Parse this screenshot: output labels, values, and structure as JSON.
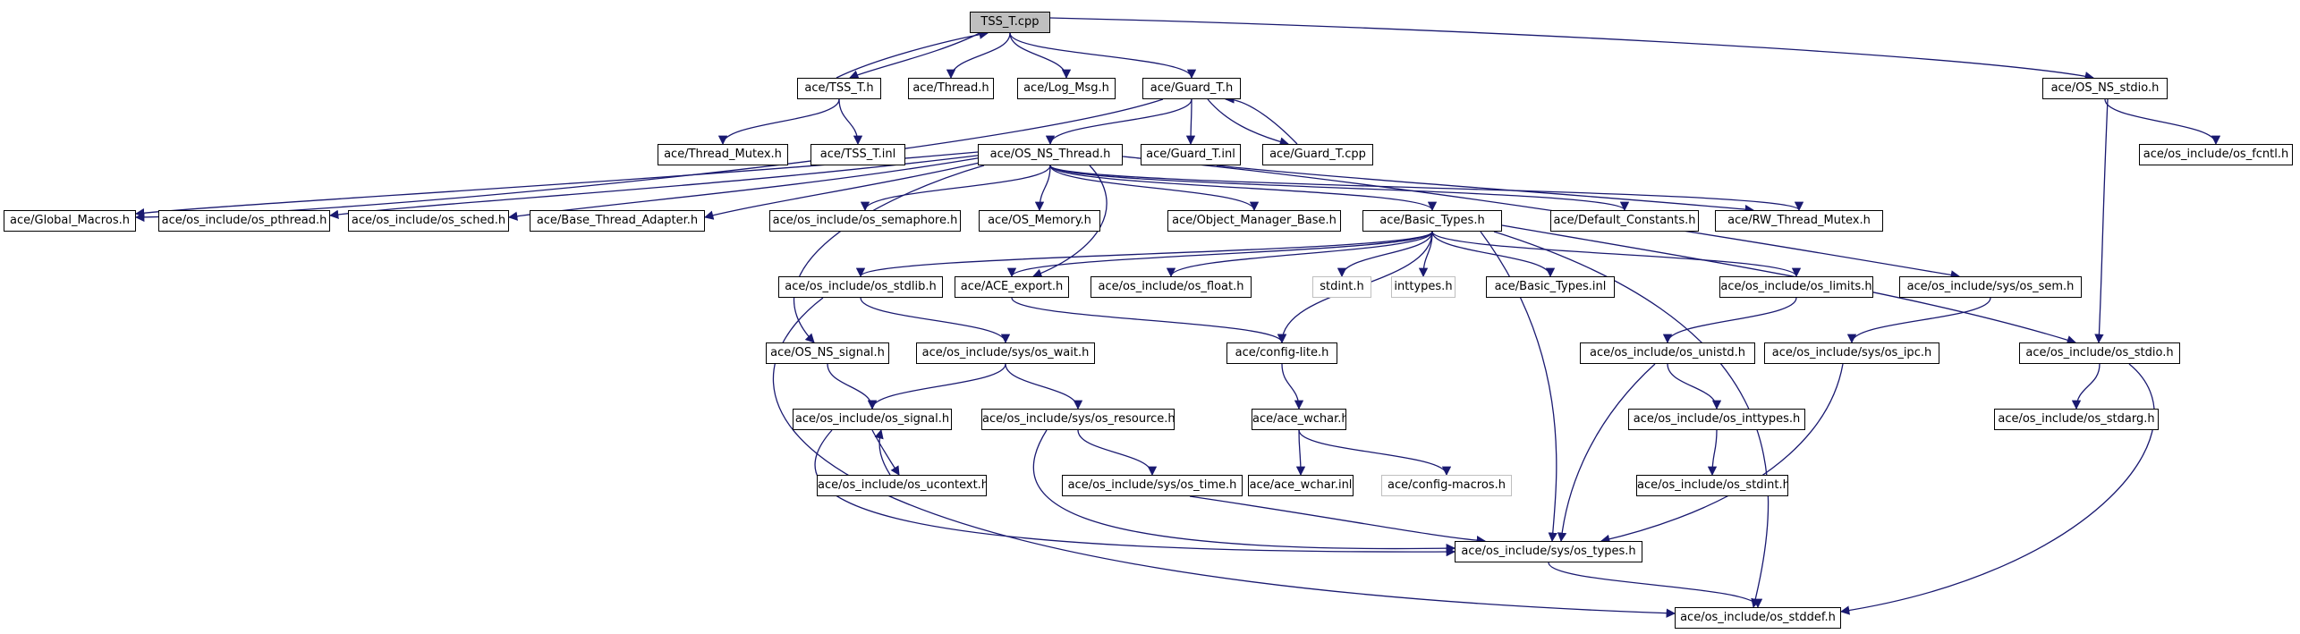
{
  "graph": {
    "root": "TSS_T.cpp",
    "nodes": [
      {
        "id": "tss_cpp",
        "label": "TSS_T.cpp",
        "kind": "root"
      },
      {
        "id": "tss_h",
        "label": "ace/TSS_T.h"
      },
      {
        "id": "thread_h",
        "label": "ace/Thread.h"
      },
      {
        "id": "log_msg",
        "label": "ace/Log_Msg.h"
      },
      {
        "id": "guard_h",
        "label": "ace/Guard_T.h"
      },
      {
        "id": "os_ns_stdio",
        "label": "ace/OS_NS_stdio.h"
      },
      {
        "id": "thread_mutex",
        "label": "ace/Thread_Mutex.h"
      },
      {
        "id": "tss_inl",
        "label": "ace/TSS_T.inl"
      },
      {
        "id": "os_ns_thread",
        "label": "ace/OS_NS_Thread.h"
      },
      {
        "id": "guard_inl",
        "label": "ace/Guard_T.inl"
      },
      {
        "id": "guard_cpp",
        "label": "ace/Guard_T.cpp"
      },
      {
        "id": "os_fcntl",
        "label": "ace/os_include/os_fcntl.h"
      },
      {
        "id": "global_macros",
        "label": "ace/Global_Macros.h"
      },
      {
        "id": "os_pthread",
        "label": "ace/os_include/os_pthread.h"
      },
      {
        "id": "os_sched",
        "label": "ace/os_include/os_sched.h"
      },
      {
        "id": "base_thread_adapter",
        "label": "ace/Base_Thread_Adapter.h"
      },
      {
        "id": "os_semaphore",
        "label": "ace/os_include/os_semaphore.h"
      },
      {
        "id": "os_memory",
        "label": "ace/OS_Memory.h"
      },
      {
        "id": "object_manager_base",
        "label": "ace/Object_Manager_Base.h"
      },
      {
        "id": "basic_types",
        "label": "ace/Basic_Types.h"
      },
      {
        "id": "default_constants",
        "label": "ace/Default_Constants.h"
      },
      {
        "id": "rw_thread_mutex",
        "label": "ace/RW_Thread_Mutex.h"
      },
      {
        "id": "os_stdlib",
        "label": "ace/os_include/os_stdlib.h"
      },
      {
        "id": "ace_export",
        "label": "ace/ACE_export.h"
      },
      {
        "id": "os_float",
        "label": "ace/os_include/os_float.h"
      },
      {
        "id": "stdint",
        "label": "stdint.h",
        "kind": "missing"
      },
      {
        "id": "inttypes",
        "label": "inttypes.h",
        "kind": "missing"
      },
      {
        "id": "basic_types_inl",
        "label": "ace/Basic_Types.inl"
      },
      {
        "id": "os_limits",
        "label": "ace/os_include/os_limits.h"
      },
      {
        "id": "os_sem",
        "label": "ace/os_include/sys/os_sem.h"
      },
      {
        "id": "os_ns_signal",
        "label": "ace/OS_NS_signal.h"
      },
      {
        "id": "os_wait",
        "label": "ace/os_include/sys/os_wait.h"
      },
      {
        "id": "config_lite",
        "label": "ace/config-lite.h"
      },
      {
        "id": "os_unistd",
        "label": "ace/os_include/os_unistd.h"
      },
      {
        "id": "os_ipc",
        "label": "ace/os_include/sys/os_ipc.h"
      },
      {
        "id": "os_stdio",
        "label": "ace/os_include/os_stdio.h"
      },
      {
        "id": "os_signal",
        "label": "ace/os_include/os_signal.h"
      },
      {
        "id": "os_resource",
        "label": "ace/os_include/sys/os_resource.h"
      },
      {
        "id": "ace_wchar_h",
        "label": "ace/ace_wchar.h"
      },
      {
        "id": "os_inttypes",
        "label": "ace/os_include/os_inttypes.h"
      },
      {
        "id": "os_stdarg",
        "label": "ace/os_include/os_stdarg.h"
      },
      {
        "id": "os_ucontext",
        "label": "ace/os_include/os_ucontext.h"
      },
      {
        "id": "os_time",
        "label": "ace/os_include/sys/os_time.h"
      },
      {
        "id": "ace_wchar_inl",
        "label": "ace/ace_wchar.inl"
      },
      {
        "id": "config_macros",
        "label": "ace/config-macros.h",
        "kind": "missing"
      },
      {
        "id": "os_stdint",
        "label": "ace/os_include/os_stdint.h"
      },
      {
        "id": "os_types",
        "label": "ace/os_include/sys/os_types.h"
      },
      {
        "id": "os_stddef",
        "label": "ace/os_include/os_stddef.h"
      }
    ],
    "edges": [
      [
        "tss_cpp",
        "tss_h"
      ],
      [
        "tss_h",
        "tss_cpp"
      ],
      [
        "tss_cpp",
        "thread_h"
      ],
      [
        "tss_cpp",
        "log_msg"
      ],
      [
        "tss_cpp",
        "guard_h"
      ],
      [
        "tss_cpp",
        "os_ns_stdio"
      ],
      [
        "tss_h",
        "thread_mutex"
      ],
      [
        "tss_h",
        "tss_inl"
      ],
      [
        "guard_h",
        "global_macros"
      ],
      [
        "guard_h",
        "os_ns_thread"
      ],
      [
        "guard_h",
        "guard_inl"
      ],
      [
        "guard_h",
        "guard_cpp"
      ],
      [
        "guard_cpp",
        "guard_h"
      ],
      [
        "os_ns_stdio",
        "os_fcntl"
      ],
      [
        "os_ns_stdio",
        "os_stdio"
      ],
      [
        "os_ns_thread",
        "global_macros"
      ],
      [
        "os_ns_thread",
        "os_pthread"
      ],
      [
        "os_ns_thread",
        "os_sched"
      ],
      [
        "os_ns_thread",
        "base_thread_adapter"
      ],
      [
        "os_ns_thread",
        "os_semaphore"
      ],
      [
        "os_ns_thread",
        "os_memory"
      ],
      [
        "os_ns_thread",
        "object_manager_base"
      ],
      [
        "os_ns_thread",
        "basic_types"
      ],
      [
        "os_ns_thread",
        "default_constants"
      ],
      [
        "os_ns_thread",
        "rw_thread_mutex"
      ],
      [
        "os_ns_thread",
        "os_ns_signal"
      ],
      [
        "os_ns_thread",
        "ace_export"
      ],
      [
        "os_ns_thread",
        "os_sem"
      ],
      [
        "guard_inl",
        "rw_thread_mutex"
      ],
      [
        "basic_types",
        "os_stdlib"
      ],
      [
        "basic_types",
        "ace_export"
      ],
      [
        "basic_types",
        "os_float"
      ],
      [
        "basic_types",
        "stdint"
      ],
      [
        "basic_types",
        "inttypes"
      ],
      [
        "basic_types",
        "basic_types_inl"
      ],
      [
        "basic_types",
        "os_limits"
      ],
      [
        "basic_types",
        "config_lite"
      ],
      [
        "basic_types",
        "os_types"
      ],
      [
        "basic_types",
        "os_stddef"
      ],
      [
        "basic_types",
        "os_stdio"
      ],
      [
        "os_stdlib",
        "os_wait"
      ],
      [
        "os_stdlib",
        "os_stddef"
      ],
      [
        "ace_export",
        "config_lite"
      ],
      [
        "os_limits",
        "os_unistd"
      ],
      [
        "os_sem",
        "os_ipc"
      ],
      [
        "os_ns_signal",
        "os_signal"
      ],
      [
        "os_wait",
        "os_signal"
      ],
      [
        "os_wait",
        "os_resource"
      ],
      [
        "config_lite",
        "ace_wchar_h"
      ],
      [
        "os_unistd",
        "os_inttypes"
      ],
      [
        "os_unistd",
        "os_types"
      ],
      [
        "os_ipc",
        "os_types"
      ],
      [
        "os_stdio",
        "os_stdarg"
      ],
      [
        "os_stdio",
        "os_stddef"
      ],
      [
        "os_signal",
        "os_ucontext"
      ],
      [
        "os_ucontext",
        "os_signal"
      ],
      [
        "os_signal",
        "os_types"
      ],
      [
        "os_resource",
        "os_time"
      ],
      [
        "os_resource",
        "os_types"
      ],
      [
        "ace_wchar_h",
        "ace_wchar_inl"
      ],
      [
        "ace_wchar_h",
        "config_macros"
      ],
      [
        "os_inttypes",
        "os_stdint"
      ],
      [
        "os_time",
        "os_types"
      ],
      [
        "os_types",
        "os_stddef"
      ]
    ]
  }
}
